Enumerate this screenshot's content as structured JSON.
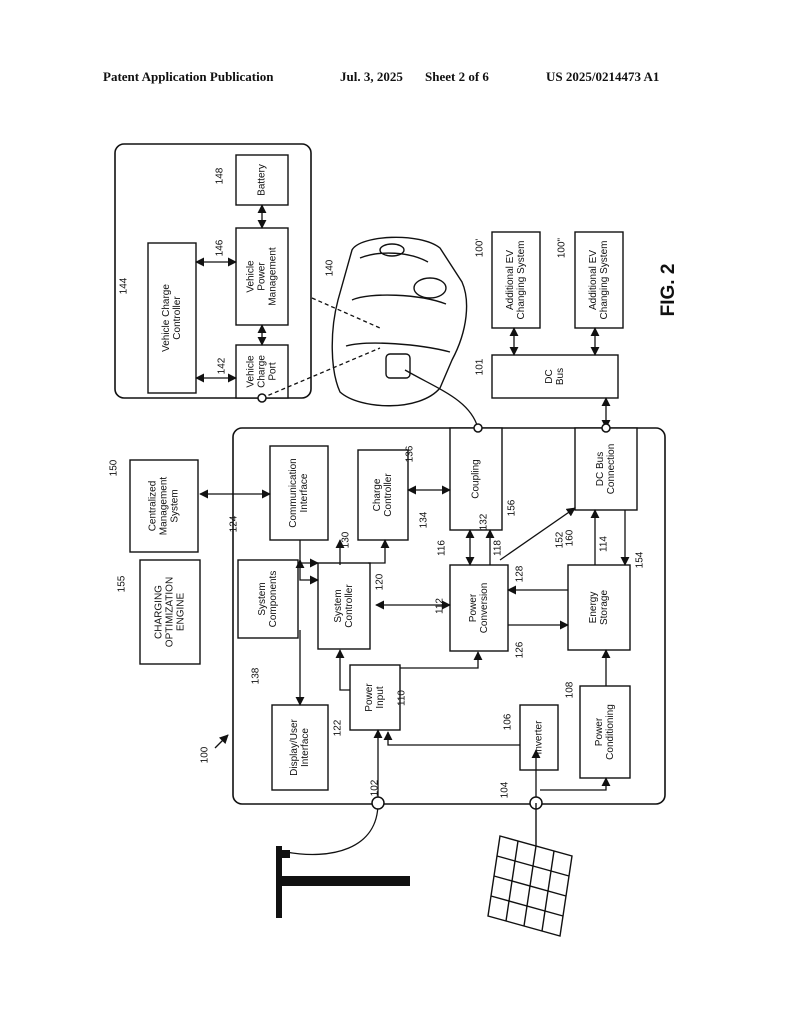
{
  "header": {
    "publication": "Patent Application Publication",
    "date": "Jul. 3, 2025",
    "sheet": "Sheet 2 of 6",
    "number": "US 2025/0214473 A1"
  },
  "figure": {
    "label": "FIG. 2",
    "system_ref": "100",
    "blocks": {
      "display": {
        "ref": "122",
        "lines": [
          "Display/User",
          "Interface"
        ]
      },
      "power_input": {
        "ref": "110",
        "lines": [
          "Power",
          "Input"
        ]
      },
      "inverter": {
        "ref": "106",
        "lines": [
          "Inverter"
        ]
      },
      "power_conditioning": {
        "ref": "108",
        "lines": [
          "Power",
          "Conditioning"
        ]
      },
      "system_components": {
        "ref": "138",
        "lines": [
          "System",
          "Components"
        ]
      },
      "system_controller": {
        "ref": "120",
        "lines": [
          "System",
          "Controller"
        ]
      },
      "power_conversion": {
        "ref": "112",
        "lines": [
          "Power",
          "Conversion"
        ]
      },
      "energy_storage": {
        "ref": "114",
        "lines": [
          "Energy",
          "Storage"
        ]
      },
      "communication_interface": {
        "ref": "124",
        "lines": [
          "Communication",
          "Interface"
        ]
      },
      "charge_controller": {
        "ref": "136",
        "lines": [
          "Charge",
          "Controller"
        ]
      },
      "coupling": {
        "ref": "132",
        "lines": [
          "Coupling"
        ]
      },
      "dc_bus_connection": {
        "ref": "160",
        "lines": [
          "DC Bus",
          "Connection"
        ]
      },
      "centralized_management": {
        "ref": "150",
        "lines": [
          "Centralized",
          "Management",
          "System"
        ]
      },
      "charging_optimization": {
        "ref": "155",
        "lines": [
          "CHARGING",
          "OPTIMIZATION",
          "ENGINE"
        ]
      },
      "dc_bus": {
        "ref": "101",
        "lines": [
          "DC",
          "Bus"
        ]
      },
      "additional_ev_1": {
        "ref": "100'",
        "lines": [
          "Additional EV",
          "Changing System"
        ]
      },
      "additional_ev_2": {
        "ref": "100\"",
        "lines": [
          "Additional EV",
          "Changing System"
        ]
      },
      "vehicle_charge_port": {
        "ref": "142",
        "lines": [
          "Vehicle",
          "Charge",
          "Port"
        ]
      },
      "vehicle_charge_controller": {
        "ref": "144",
        "lines": [
          "Vehicle Charge",
          "Controller"
        ]
      },
      "vehicle_power_management": {
        "ref": "146",
        "lines": [
          "Vehicle",
          "Power",
          "Management"
        ]
      },
      "battery": {
        "ref": "148",
        "lines": [
          "Battery"
        ]
      }
    },
    "refs": {
      "grid_port": "102",
      "solar_port": "104",
      "vehicle": "140",
      "link_116": "116",
      "link_118": "118",
      "link_126": "126",
      "link_128": "128",
      "link_130": "130",
      "link_134": "134",
      "link_152": "152",
      "link_154": "154",
      "link_156": "156"
    }
  }
}
